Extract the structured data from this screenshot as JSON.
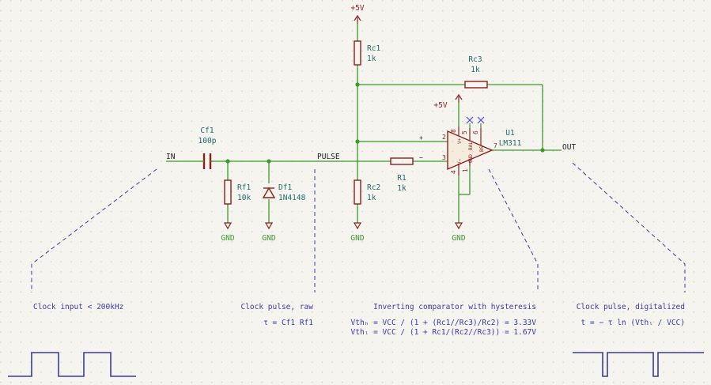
{
  "colors": {
    "background": "#f5f4ef",
    "grid_dots": "#c9c9c0",
    "wire": "#3a9a2a",
    "component": "#8b1f1f",
    "net_label": "#1e1e1e",
    "ref_text": "#1f6b6b",
    "annotation": "#3a3aa8",
    "no_connect": "#4a4ad0"
  },
  "power": {
    "vcc_top": "+5V",
    "vcc_comparator": "+5V",
    "gnd_labels": [
      "GND",
      "GND",
      "GND",
      "GND"
    ]
  },
  "nets": {
    "in": "IN",
    "pulse": "PULSE",
    "out": "OUT"
  },
  "components": {
    "cf1": {
      "ref": "Cf1",
      "value": "100p"
    },
    "rf1": {
      "ref": "Rf1",
      "value": "10k"
    },
    "df1": {
      "ref": "Df1",
      "value": "1N4148"
    },
    "rc1": {
      "ref": "Rc1",
      "value": "1k"
    },
    "rc2": {
      "ref": "Rc2",
      "value": "1k"
    },
    "rc3": {
      "ref": "Rc3",
      "value": "1k"
    },
    "r1": {
      "ref": "R1",
      "value": "1k"
    },
    "u1": {
      "ref": "U1",
      "value": "LM311"
    }
  },
  "comparator_pins": {
    "in_plus": "2",
    "in_minus": "3",
    "vplus": "8",
    "vminus": "4",
    "out": "7",
    "bal": "5",
    "bal_strobe": "6",
    "gnd_pin": "1",
    "plus_sign": "+",
    "minus_sign": "−",
    "label_vplus": "V+",
    "label_vminus": "V−",
    "label_bal": "BAL",
    "label_bs": "BS",
    "label_gnd": "GND"
  },
  "annotations": {
    "input": "Clock input < 200kHz",
    "pulse_title": "Clock pulse, raw",
    "pulse_formula": "τ = Cf1 Rf1",
    "comparator_title": "Inverting comparator with hysteresis",
    "vth_high": "Vthₕ = VCC / (1 + (Rc1//Rc3)/Rc2) = 3.33V",
    "vth_low": "Vthₗ = VCC / (1 + Rc1/(Rc2//Rc3)) = 1.67V",
    "digital_title": "Clock pulse, digitalized",
    "digital_formula": "t = − τ ln (Vthₗ / VCC)"
  }
}
